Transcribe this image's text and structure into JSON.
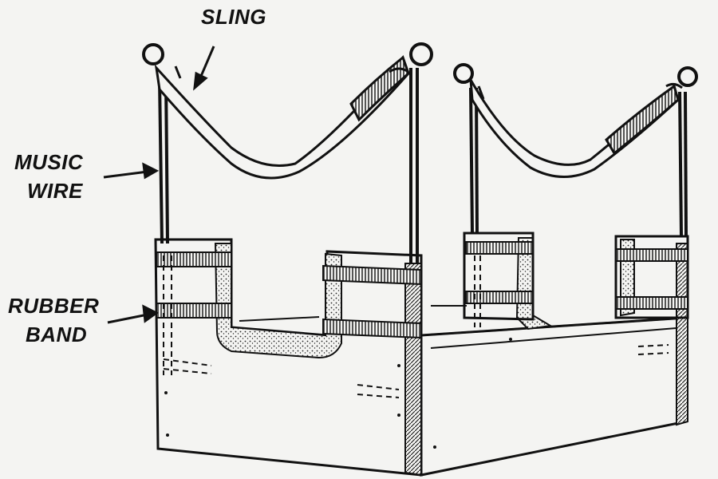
{
  "labels": {
    "sling": "SLING",
    "music_wire_line1": "MUSIC",
    "music_wire_line2": "WIRE",
    "rubber_band_line1": "RUBBER",
    "rubber_band_line2": "BAND"
  },
  "colors": {
    "ink": "#111111",
    "paper": "#f4f4f2"
  }
}
